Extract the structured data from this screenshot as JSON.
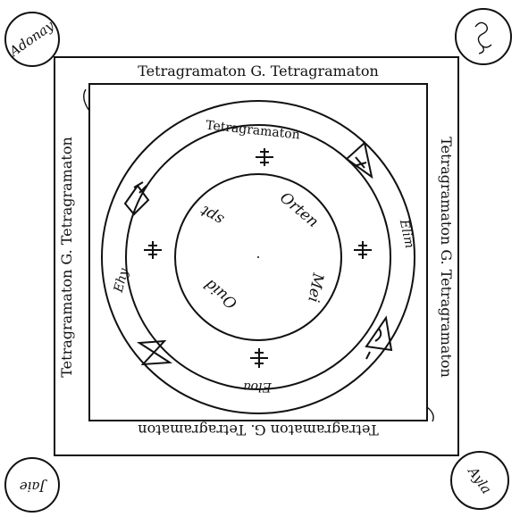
{
  "colors": {
    "ink": "#111111",
    "paper": "#ffffff"
  },
  "corners": {
    "top_left": "Adonay",
    "top_right": "",
    "bottom_left": "Jaie",
    "bottom_right": "Ayla"
  },
  "border": {
    "top": "Tetragramaton G. Tetragramaton",
    "right": "Tetragramaton G. Tetragramaton",
    "bottom": "Tetragramaton G. Tetragramaton",
    "left": "Tetragramaton G. Tetragramaton"
  },
  "ring": {
    "top": "Tetragramaton",
    "right": "Elim",
    "bottom": "Eloa",
    "left": "Ehy"
  },
  "inner": {
    "spt": "spt",
    "orten": "Orten",
    "mei": "Mei",
    "ouid": "Ouid"
  },
  "icons": [
    "cross-icon",
    "triangle-icon",
    "square-symbol-icon",
    "hourglass-icon"
  ]
}
